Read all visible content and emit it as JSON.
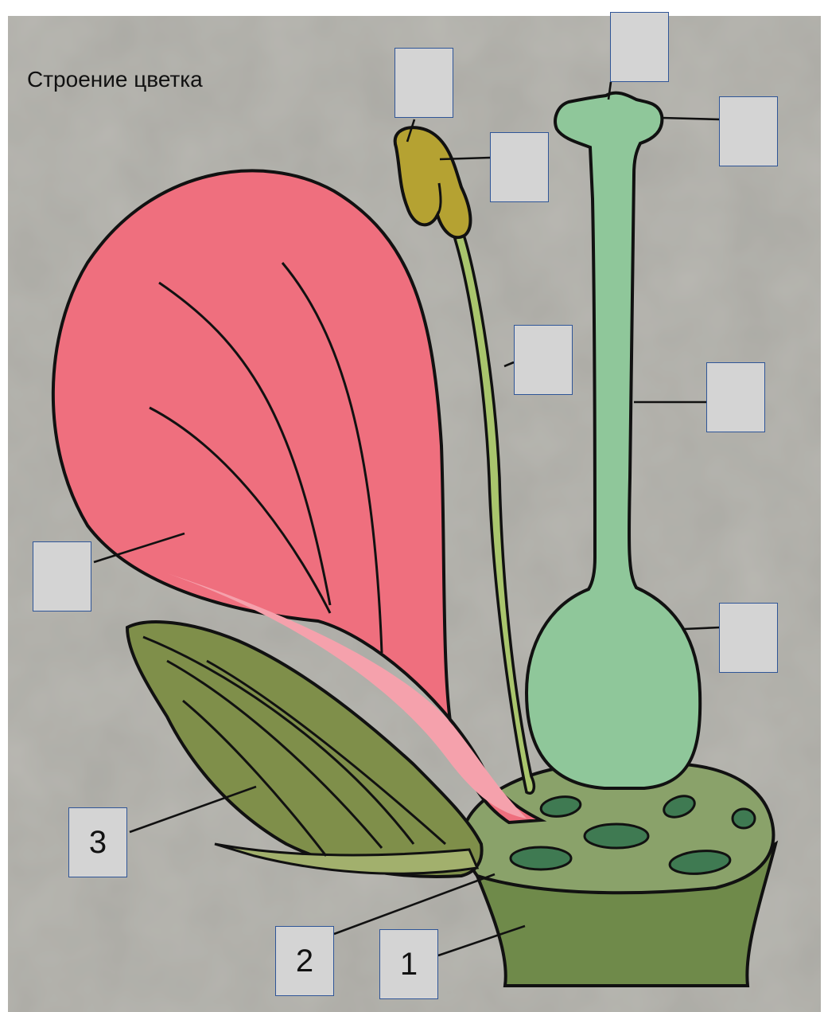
{
  "title": "Строение цветка",
  "labels": [
    {
      "id": "box-stigma-top",
      "text": ""
    },
    {
      "id": "box-anther",
      "text": ""
    },
    {
      "id": "box-anther-side",
      "text": ""
    },
    {
      "id": "box-stigma-side",
      "text": ""
    },
    {
      "id": "box-filament",
      "text": ""
    },
    {
      "id": "box-style",
      "text": ""
    },
    {
      "id": "box-petal",
      "text": ""
    },
    {
      "id": "box-ovary",
      "text": ""
    },
    {
      "id": "box-sepal",
      "text": "3"
    },
    {
      "id": "box-receptacle",
      "text": "2"
    },
    {
      "id": "box-pedicel",
      "text": "1"
    }
  ],
  "colors": {
    "background": "#b9b8b2",
    "petal": "#ef6f7e",
    "petal_light": "#f5a1ac",
    "sepal": "#7f8f4a",
    "pistil": "#8fc79a",
    "stamen_filament": "#a9c56d",
    "anther": "#b5a232",
    "receptacle": "#8aa26a",
    "pedicel": "#6f8a4a",
    "receptacle_spots": "#3f7a52",
    "box_fill": "#d4d4d4",
    "box_border": "#2f5597"
  }
}
